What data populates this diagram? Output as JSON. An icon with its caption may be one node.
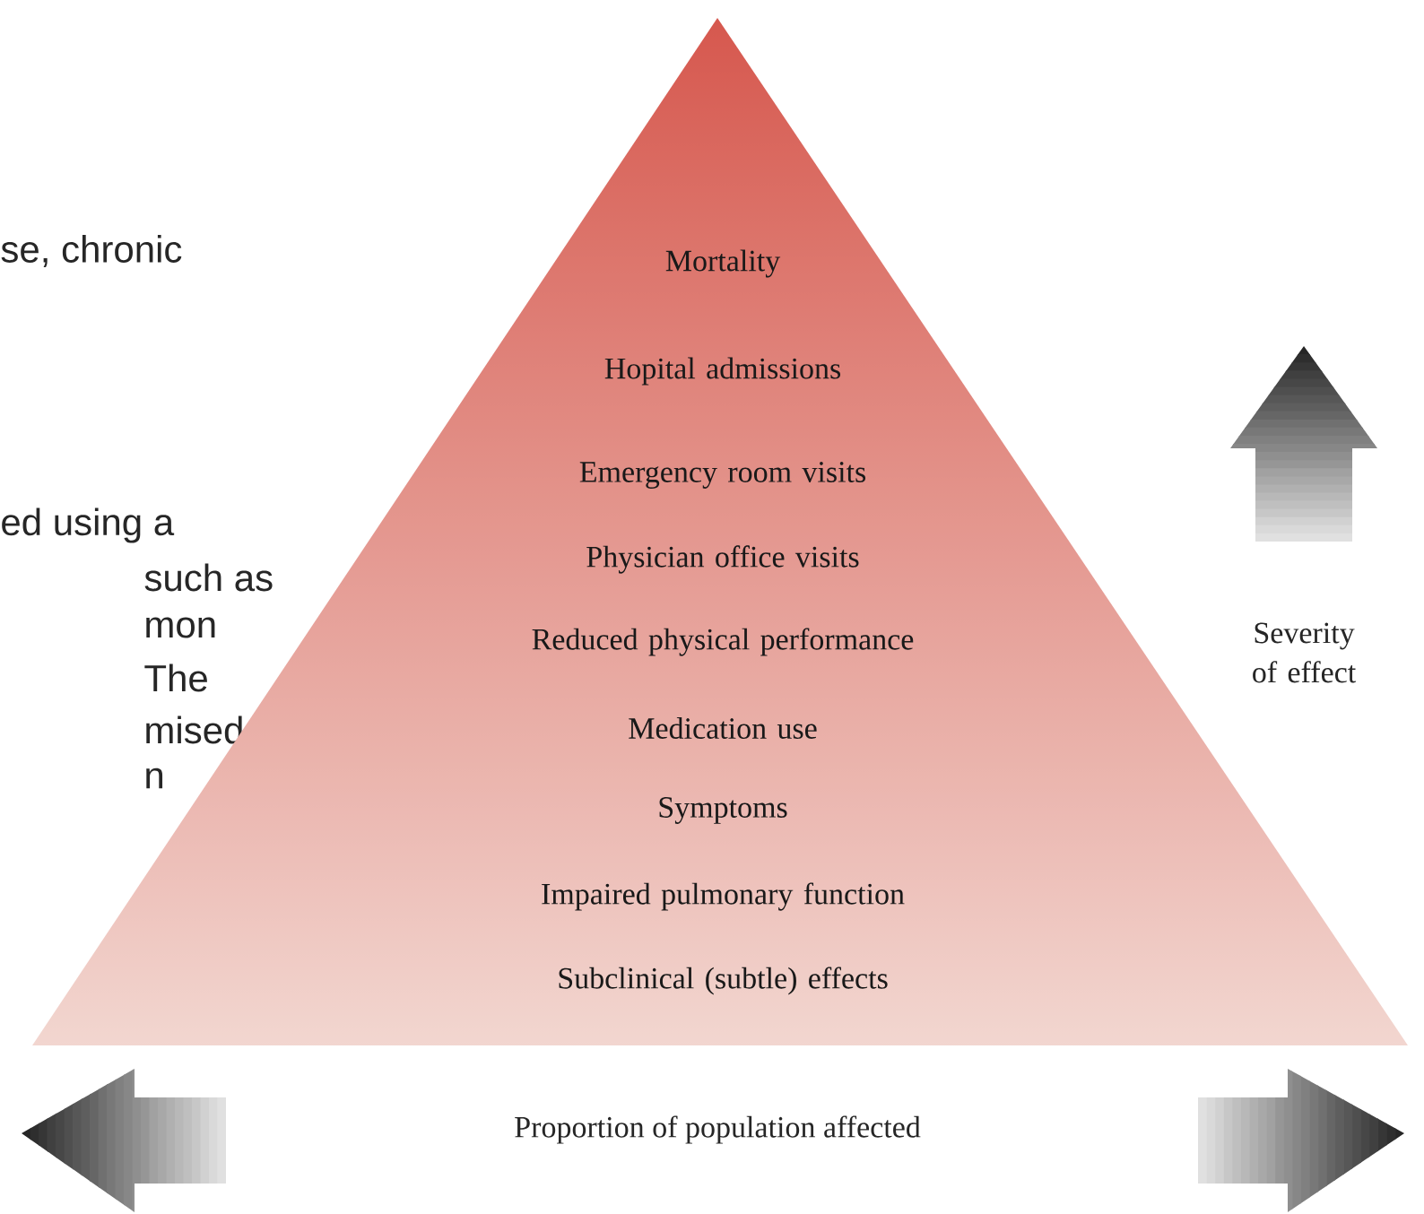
{
  "diagram": {
    "nodes": [
      {
        "text": [
          "Mortality",
          "Hopital admissions",
          "Emergency room visits",
          "Physician office visits",
          "Reduced physical performance",
          "Medication use",
          "Symptoms",
          "Impaired pulmonary function",
          "Subclinical (subtle) effects"
        ]
      }
    ],
    "labels": [
      "se, chronic",
      "ed using a",
      "such as",
      "mon",
      "The",
      "mised",
      "n",
      "Severity of effect",
      "Proportion of population affected"
    ]
  }
}
